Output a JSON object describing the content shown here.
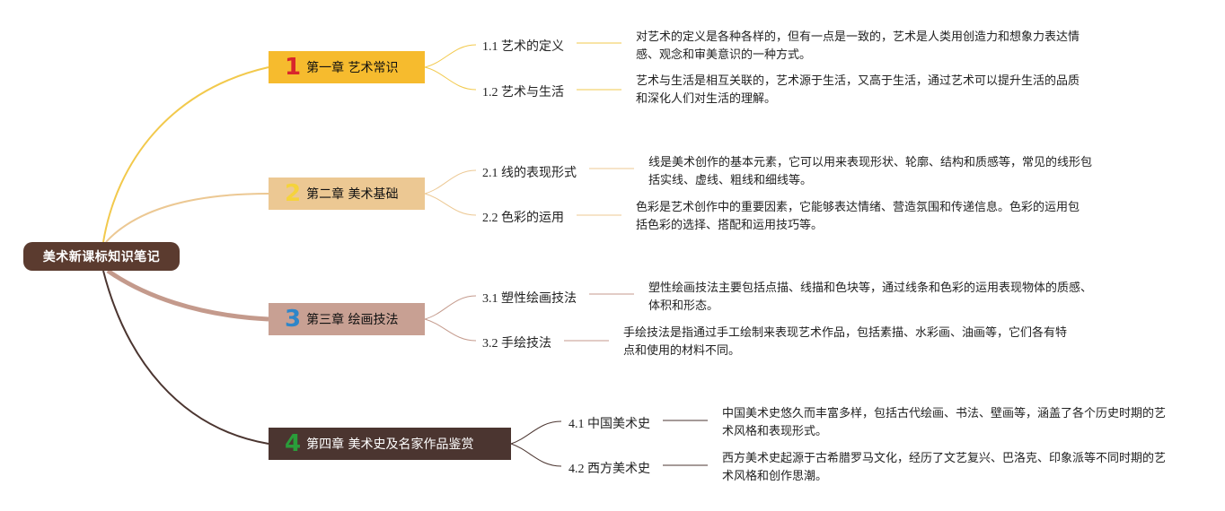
{
  "root": {
    "label": "美术新课标知识笔记"
  },
  "colors": {
    "root": "#5b3b2f",
    "chapter1": "#f6bb2e",
    "chapter2": "#ecc893",
    "chapter3": "#c8a093",
    "chapter4": "#4b3530"
  },
  "chapters": [
    {
      "number": "1",
      "title": "第一章 艺术常识",
      "topics": [
        {
          "label": "1.1 艺术的定义",
          "description": "对艺术的定义是各种各样的，但有一点是一致的，艺术是人类用创造力和想象力表达情感、观念和审美意识的一种方式。"
        },
        {
          "label": "1.2 艺术与生活",
          "description": "艺术与生活是相互关联的，艺术源于生活，又高于生活，通过艺术可以提升生活的品质和深化人们对生活的理解。"
        }
      ]
    },
    {
      "number": "2",
      "title": "第二章 美术基础",
      "topics": [
        {
          "label": "2.1 线的表现形式",
          "description": "线是美术创作的基本元素，它可以用来表现形状、轮廓、结构和质感等，常见的线形包括实线、虚线、粗线和细线等。"
        },
        {
          "label": "2.2 色彩的运用",
          "description": "色彩是艺术创作中的重要因素，它能够表达情绪、营造氛围和传递信息。色彩的运用包括色彩的选择、搭配和运用技巧等。"
        }
      ]
    },
    {
      "number": "3",
      "title": "第三章 绘画技法",
      "topics": [
        {
          "label": "3.1 塑性绘画技法",
          "description": "塑性绘画技法主要包括点描、线描和色块等，通过线条和色彩的运用表现物体的质感、体积和形态。"
        },
        {
          "label": "3.2 手绘技法",
          "description": "手绘技法是指通过手工绘制来表现艺术作品，包括素描、水彩画、油画等，它们各有特点和使用的材料不同。"
        }
      ]
    },
    {
      "number": "4",
      "title": "第四章 美术史及名家作品鉴赏",
      "topics": [
        {
          "label": "4.1 中国美术史",
          "description": "中国美术史悠久而丰富多样，包括古代绘画、书法、壁画等，涵盖了各个历史时期的艺术风格和表现形式。"
        },
        {
          "label": "4.2 西方美术史",
          "description": "西方美术史起源于古希腊罗马文化，经历了文艺复兴、巴洛克、印象派等不同时期的艺术风格和创作思潮。"
        }
      ]
    }
  ]
}
